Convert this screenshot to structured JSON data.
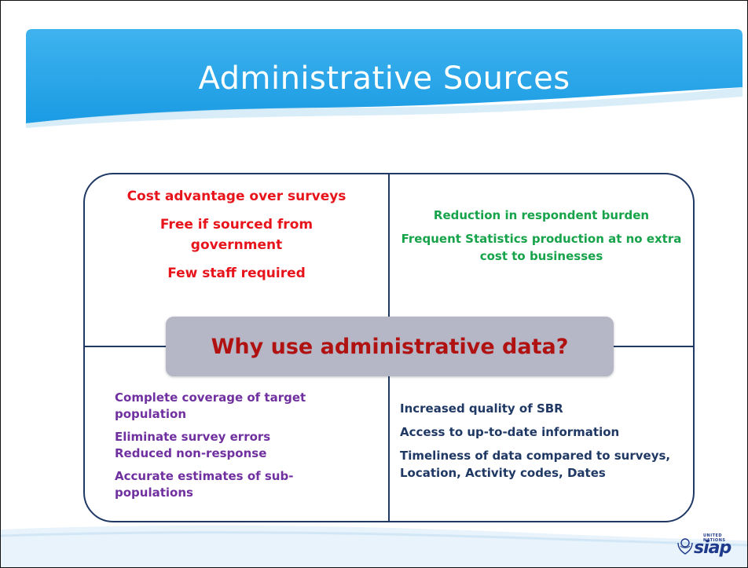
{
  "slide": {
    "title": "Administrative Sources",
    "center_question": "Why use administrative data?",
    "quadrants": {
      "top_left": [
        "Cost advantage over surveys",
        "Free if sourced  from government",
        "Few staff required"
      ],
      "top_right": [
        "Reduction in respondent burden",
        "Frequent Statistics production at no extra cost to businesses"
      ],
      "bottom_left": [
        "Complete coverage of target population",
        "Eliminate survey errors",
        "Reduced non-response",
        "Accurate estimates of sub-populations"
      ],
      "bottom_right": [
        "Increased quality of SBR",
        "Access to up-to-date information",
        "Timeliness of data compared to surveys,  Location,  Activity codes, Dates"
      ]
    },
    "logo": {
      "name": "siap",
      "text": "siap",
      "small_text": "UNITED NATIONS"
    }
  },
  "colors": {
    "header_blue": "#2aa4e8",
    "red": "#e8141b",
    "green": "#16a34a",
    "purple": "#7030a0",
    "navy": "#1f3864",
    "center_bg": "#b5b7c7",
    "center_text": "#b01212"
  }
}
